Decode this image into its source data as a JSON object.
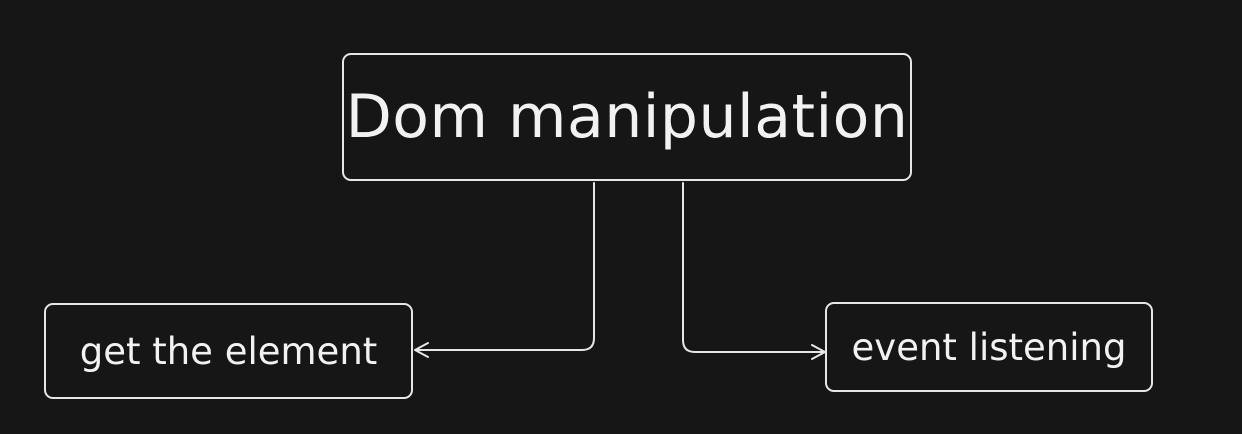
{
  "diagram": {
    "nodes": [
      {
        "id": "root",
        "label": "Dom manipulation"
      },
      {
        "id": "left",
        "label": "get the element"
      },
      {
        "id": "right",
        "label": "event listening"
      }
    ],
    "edges": [
      {
        "from": "root",
        "to": "left"
      },
      {
        "from": "root",
        "to": "right"
      }
    ],
    "colors": {
      "background": "#161616",
      "stroke": "#e6e6e6",
      "text": "#f2f2f2"
    }
  }
}
